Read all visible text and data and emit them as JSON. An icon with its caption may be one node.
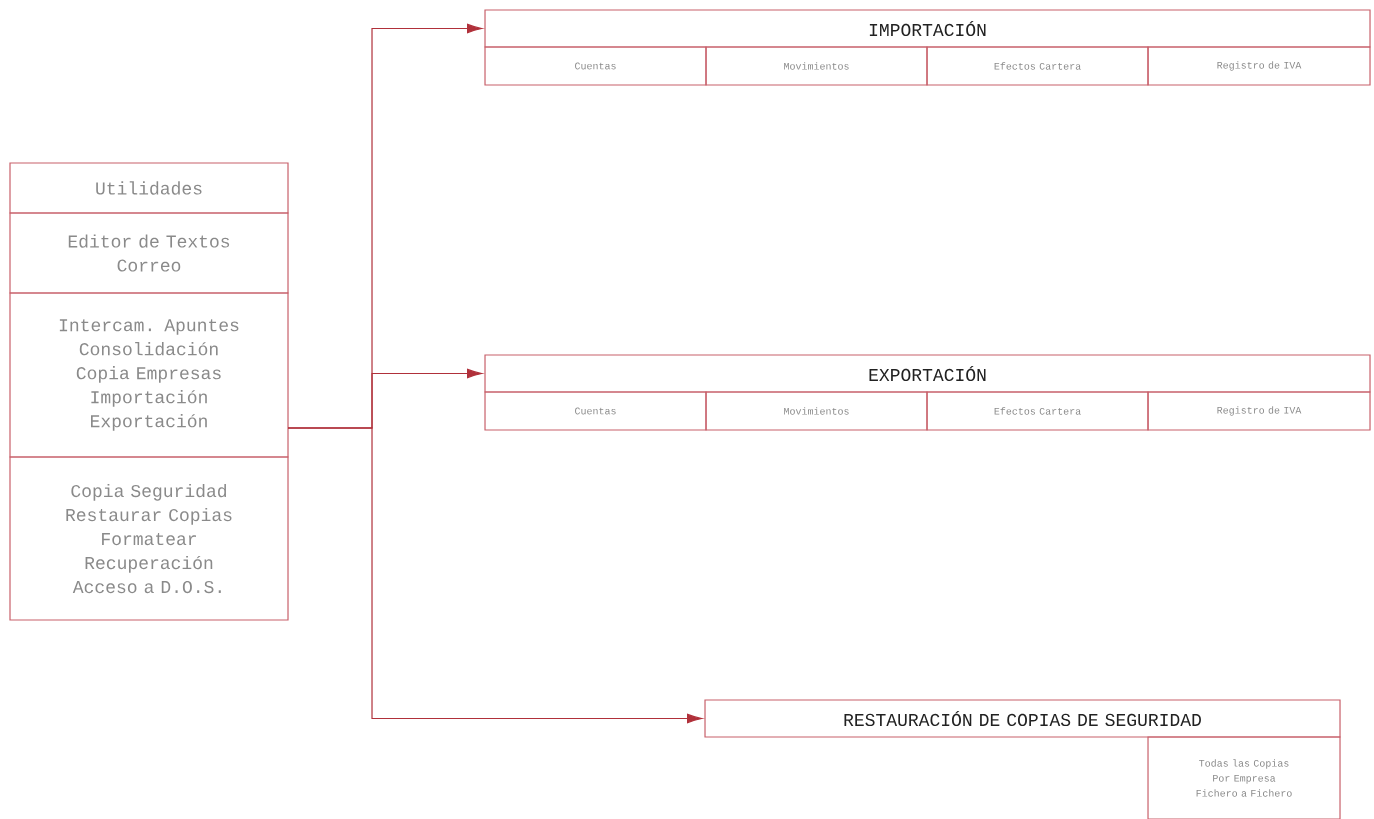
{
  "diagram": {
    "nodes": [
      {
        "text": [
          "Utilidades"
        ]
      },
      {
        "text": [
          "Editor de Textos",
          "Correo"
        ]
      },
      {
        "text": [
          "Intercam. Apuntes",
          "Consolidación",
          "Copia Empresas",
          "Importación",
          "Exportación"
        ]
      },
      {
        "text": [
          "Copia Seguridad",
          "Restaurar Copias",
          "Formatear",
          "Recuperación",
          "Acceso a D.O.S."
        ]
      },
      {
        "text": [
          "IMPORTACIÓN"
        ]
      },
      {
        "text": [
          "Cuentas"
        ]
      },
      {
        "text": [
          "Movimientos"
        ]
      },
      {
        "text": [
          "Efectos Cartera"
        ]
      },
      {
        "text": [
          "Registro de IVA"
        ]
      },
      {
        "text": [
          "EXPORTACIÓN"
        ]
      },
      {
        "text": [
          "Cuentas"
        ]
      },
      {
        "text": [
          "Movimientos"
        ]
      },
      {
        "text": [
          "Efectos Cartera"
        ]
      },
      {
        "text": [
          "Registro de IVA"
        ]
      },
      {
        "text": [
          "RESTAURACIÓN DE COPIAS DE SEGURIDAD"
        ]
      },
      {
        "text": [
          "Todas las Copias",
          "Por Empresa",
          "Fichero a Fichero"
        ]
      }
    ],
    "edges": [
      {
        "from": 2,
        "to": 4,
        "arrow": "to"
      },
      {
        "from": 2,
        "to": 9,
        "arrow": "to"
      },
      {
        "from": 2,
        "to": 14,
        "arrow": "to"
      }
    ]
  }
}
